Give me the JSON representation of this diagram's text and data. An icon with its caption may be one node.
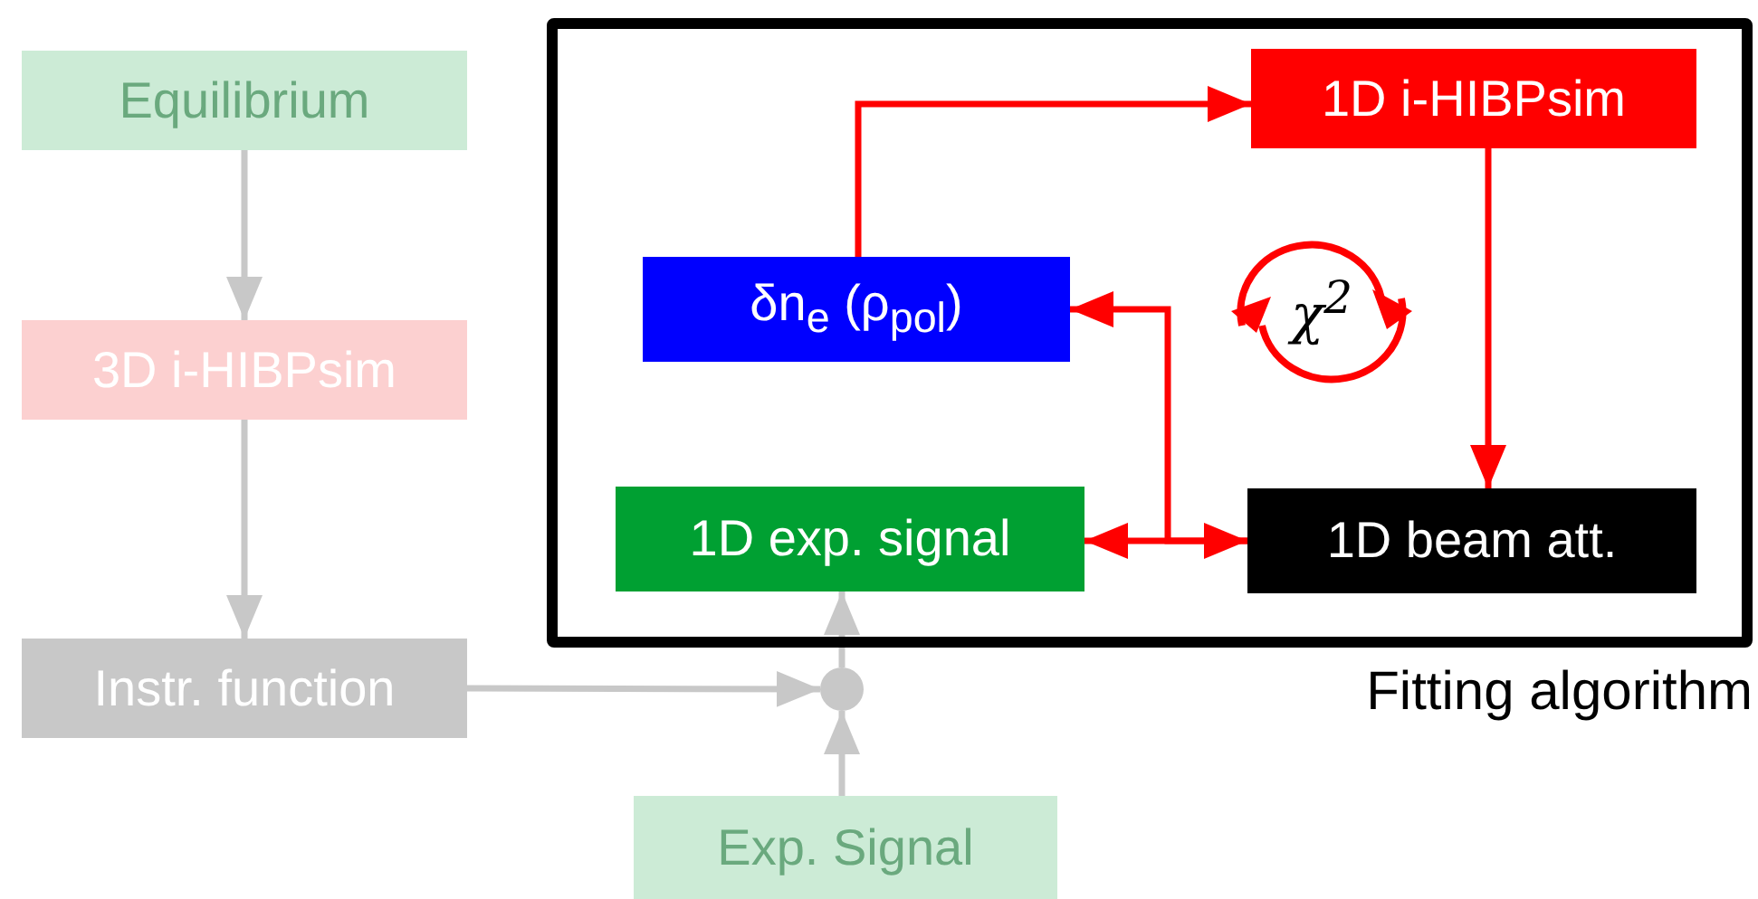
{
  "diagram": {
    "nodes": [
      {
        "text": [
          "Fitting algorithm"
        ]
      },
      {
        "text": [
          "Equilibrium"
        ]
      },
      {
        "text": [
          "3D i-HIBPsim"
        ]
      },
      {
        "text": [
          "Instr. function"
        ]
      },
      {
        "text": [],
        "shape": "circle"
      },
      {
        "text": [
          "Exp. Signal"
        ]
      },
      {
        "text": [
          "1D i-HIBPsim"
        ],
        "in": 0
      },
      {
        "text": [
          "δn$_{e}$ (ρ$_{pol}$)"
        ],
        "in": 0
      },
      {
        "text": [
          "1D exp. signal"
        ],
        "in": 0
      },
      {
        "text": [
          "1D beam att."
        ],
        "in": 0
      }
    ],
    "edges": [
      {
        "from": 1,
        "to": 2,
        "arrow": "to"
      },
      {
        "from": 2,
        "to": 3,
        "arrow": "to"
      },
      {
        "from": 3,
        "to": 4,
        "arrow": "to"
      },
      {
        "from": 5,
        "to": 4,
        "arrow": "to"
      },
      {
        "from": 4,
        "to": 8,
        "arrow": "to"
      },
      {
        "from": 7,
        "to": 6,
        "arrow": "to",
        "color": "#ff0000"
      },
      {
        "from": 6,
        "to": 9,
        "arrow": "to",
        "color": "#ff0000"
      },
      {
        "from": 8,
        "to": 9,
        "arrow": "both",
        "color": "#ff0000"
      },
      {
        "from": 9,
        "to": 7,
        "arrow": "to",
        "color": "#ff0000"
      }
    ],
    "labels": [
      "χ$^{2}$"
    ]
  }
}
